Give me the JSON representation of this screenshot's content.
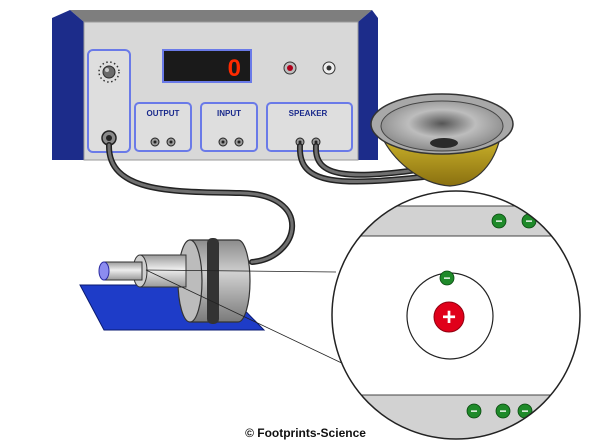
{
  "device": {
    "display_value": "0",
    "output_label": "OUTPUT",
    "input_label": "INPUT",
    "speaker_label": "SPEAKER"
  },
  "atom": {
    "nucleus_sign": "+",
    "electron_sign": "−"
  },
  "footer": {
    "copyright": "© Footprints-Science"
  },
  "colors": {
    "panel": "#d8d8d8",
    "panel_frame": "#2a3ea8",
    "display_digit": "#ff2a00",
    "electron": "#1f8a2a",
    "nucleus": "#e0001a",
    "base_plate": "#1e3cc8"
  }
}
